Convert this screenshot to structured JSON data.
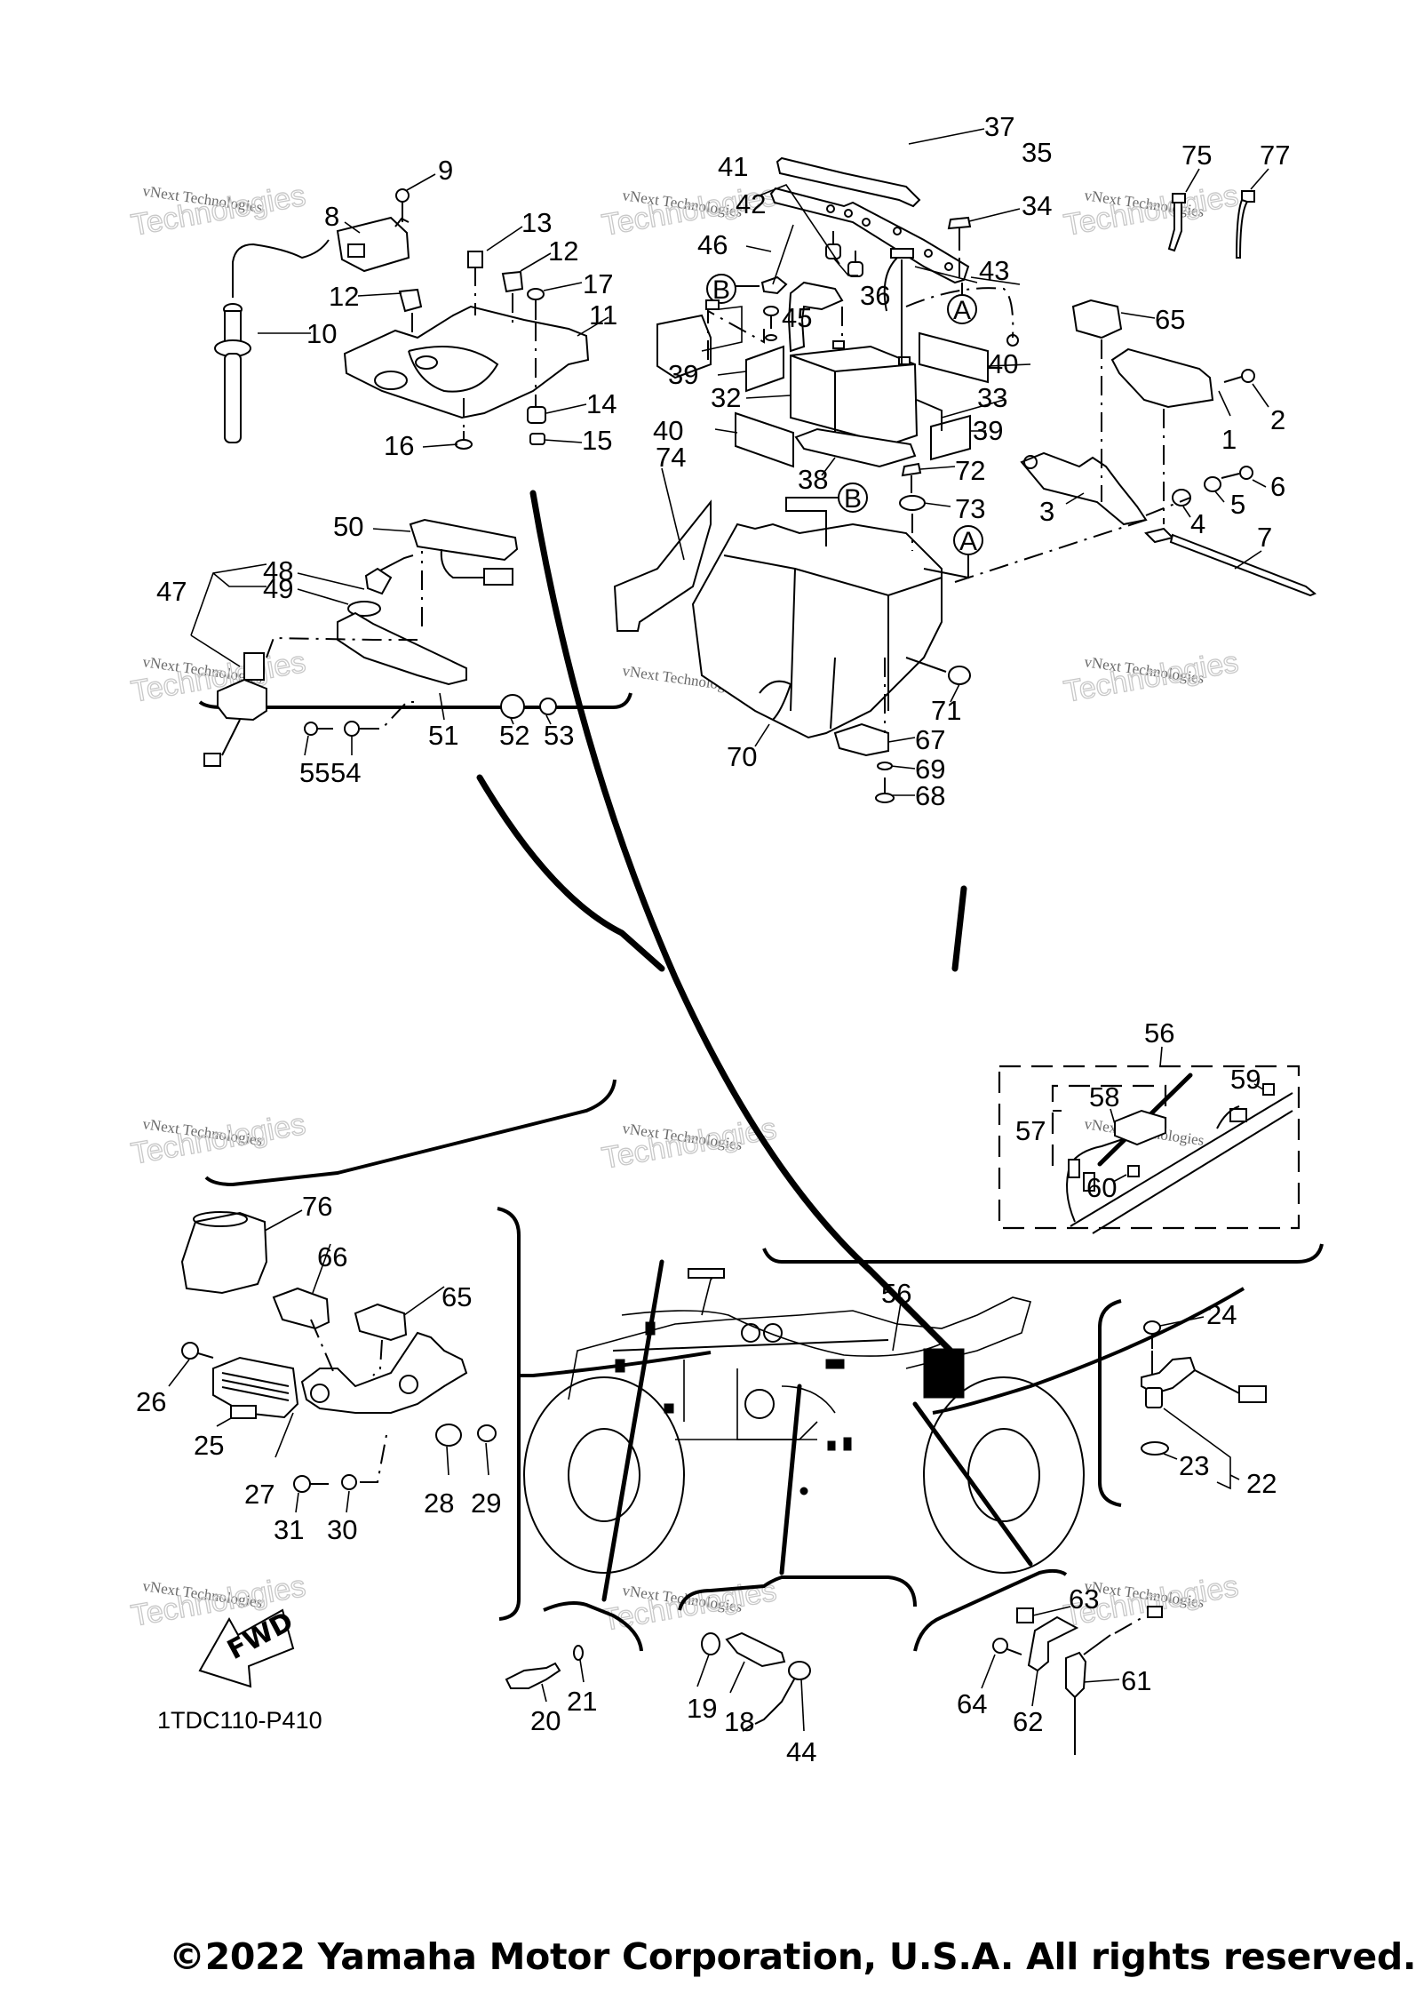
{
  "diagram": {
    "code": "1TDC110-P410",
    "fwd_label": "FWD",
    "copyright": "©2022 Yamaha Motor Corporation, U.S.A. All rights reserved.",
    "watermark": {
      "line1": "vNext Technologies",
      "line2": "Technologies",
      "line3": "vNext"
    },
    "reference_markers": [
      "A",
      "B"
    ],
    "groups": [
      {
        "name": "ignition-coil-group",
        "callouts": [
          "8",
          "9",
          "10",
          "11",
          "12",
          "12",
          "13",
          "14",
          "15",
          "16",
          "17"
        ]
      },
      {
        "name": "battery-group",
        "callouts": [
          "32",
          "33",
          "34",
          "35",
          "36",
          "37",
          "38",
          "39",
          "39",
          "40",
          "40",
          "41",
          "42",
          "43",
          "45",
          "46"
        ]
      },
      {
        "name": "ecu-bracket-group",
        "callouts": [
          "1",
          "2",
          "3",
          "4",
          "5",
          "6",
          "7",
          "65",
          "75",
          "77"
        ]
      },
      {
        "name": "main-switch-group",
        "callouts": [
          "47",
          "48",
          "49",
          "50",
          "51",
          "52",
          "53",
          "54",
          "55"
        ]
      },
      {
        "name": "battery-box-group",
        "callouts": [
          "67",
          "68",
          "69",
          "70",
          "71",
          "72",
          "73",
          "74"
        ]
      },
      {
        "name": "wire-harness-group",
        "callouts": [
          "56",
          "57",
          "58",
          "59",
          "60"
        ]
      },
      {
        "name": "rectifier-group",
        "callouts": [
          "25",
          "26",
          "27",
          "28",
          "29",
          "30",
          "31",
          "65",
          "66",
          "76"
        ]
      },
      {
        "name": "pickup-coil-group",
        "callouts": [
          "22",
          "23",
          "24"
        ]
      },
      {
        "name": "thermo-switch-group",
        "callouts": [
          "20",
          "21"
        ]
      },
      {
        "name": "neutral-switch-group",
        "callouts": [
          "18",
          "19",
          "44"
        ]
      },
      {
        "name": "rear-brake-switch-group",
        "callouts": [
          "61",
          "62",
          "63",
          "64"
        ]
      },
      {
        "name": "vehicle-overview",
        "callouts": [
          "56"
        ]
      }
    ]
  },
  "callouts": {
    "c1": "1",
    "c2": "2",
    "c3": "3",
    "c4": "4",
    "c5": "5",
    "c6": "6",
    "c7": "7",
    "c8": "8",
    "c9": "9",
    "c10": "10",
    "c11": "11",
    "c12a": "12",
    "c12b": "12",
    "c13": "13",
    "c14": "14",
    "c15": "15",
    "c16": "16",
    "c17": "17",
    "c18": "18",
    "c19": "19",
    "c20": "20",
    "c21": "21",
    "c22": "22",
    "c23": "23",
    "c24": "24",
    "c25": "25",
    "c26": "26",
    "c27": "27",
    "c28": "28",
    "c29": "29",
    "c30": "30",
    "c31": "31",
    "c32": "32",
    "c33": "33",
    "c34": "34",
    "c35": "35",
    "c36": "36",
    "c37": "37",
    "c38": "38",
    "c39a": "39",
    "c39b": "39",
    "c40a": "40",
    "c40b": "40",
    "c41": "41",
    "c42": "42",
    "c43": "43",
    "c44": "44",
    "c45": "45",
    "c46": "46",
    "c47": "47",
    "c48": "48",
    "c49": "49",
    "c50": "50",
    "c51": "51",
    "c52": "52",
    "c53": "53",
    "c54": "54",
    "c55": "55",
    "c56a": "56",
    "c56b": "56",
    "c57": "57",
    "c58": "58",
    "c59": "59",
    "c60": "60",
    "c61": "61",
    "c62": "62",
    "c63": "63",
    "c64": "64",
    "c65a": "65",
    "c65b": "65",
    "c66": "66",
    "c67": "67",
    "c68": "68",
    "c69": "69",
    "c70": "70",
    "c71": "71",
    "c72": "72",
    "c73": "73",
    "c74": "74",
    "c75": "75",
    "c76": "76",
    "c77": "77",
    "refA1": "A",
    "refA2": "A",
    "refB1": "B",
    "refB2": "B"
  }
}
